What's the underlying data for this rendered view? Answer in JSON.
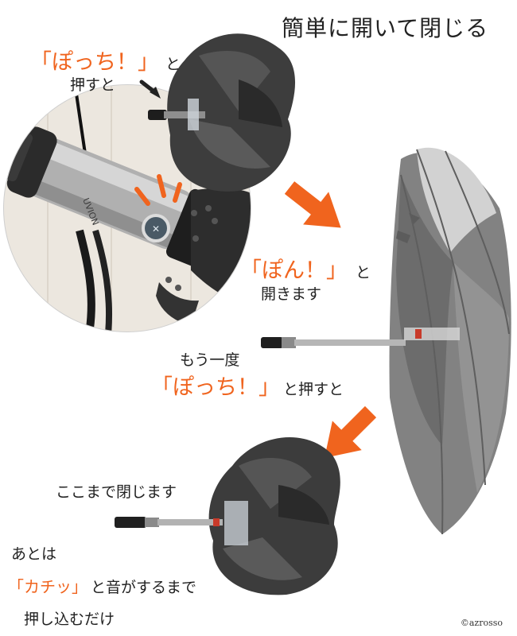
{
  "title": "簡単に開いて閉じる",
  "step1": {
    "quote": "「ぽっち！」",
    "particle": "と",
    "line2": "押すと"
  },
  "step2": {
    "quote": "「ぽん！」",
    "particle": "と",
    "line2": "開きます"
  },
  "step3": {
    "line1": "もう一度",
    "quote": "「ぽっち！」",
    "tail": "と押すと"
  },
  "step4": {
    "line1": "ここまで閉じます",
    "line2": "あとは",
    "quote": "「カチッ」",
    "tail": "と音がするまで",
    "line4": "押し込むだけ"
  },
  "handle_brand": "UVION",
  "credit": "©azrosso",
  "colors": {
    "accent": "#f0641e",
    "canopy_dark": "#4a4a4a",
    "canopy_light": "#8c8c8c",
    "handle": "#a9a9a9"
  }
}
